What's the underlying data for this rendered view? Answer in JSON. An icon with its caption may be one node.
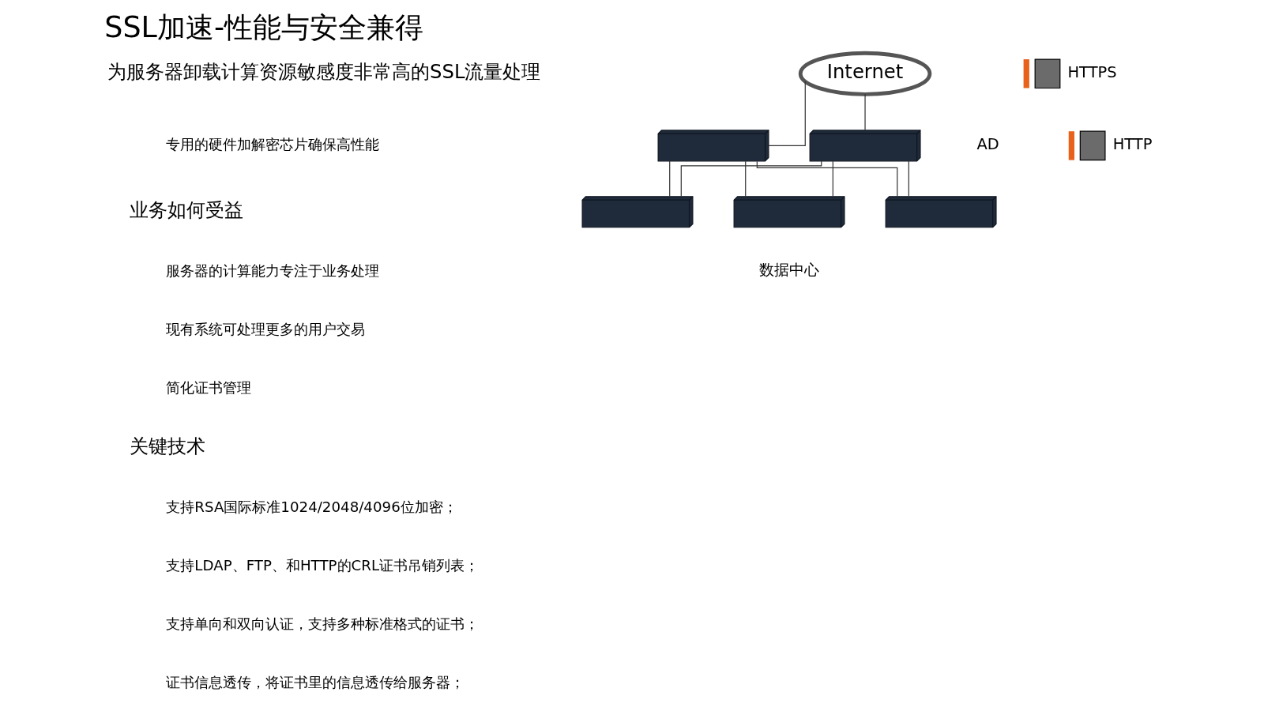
{
  "diagram": {
    "title": "SSL加速-性能与安全兼得",
    "nodes": [
      {
        "text": [
          "Internet"
        ]
      },
      {
        "text": [],
        "shape": "picture"
      },
      {
        "text": [],
        "shape": "picture",
        "beside": [
          "AD"
        ]
      },
      {
        "text": [],
        "shape": "picture"
      },
      {
        "text": [],
        "shape": "picture",
        "beside": [
          "数据中心"
        ]
      },
      {
        "text": [],
        "shape": "picture"
      }
    ],
    "edges": [
      {
        "from": 0,
        "to": 1,
        "arrow": "none"
      },
      {
        "from": 0,
        "to": 2,
        "arrow": "none"
      },
      {
        "from": 1,
        "to": 3,
        "arrow": "none"
      },
      {
        "from": 1,
        "to": 4,
        "arrow": "none"
      },
      {
        "from": 1,
        "to": 5,
        "arrow": "none"
      },
      {
        "from": 2,
        "to": 3,
        "arrow": "none"
      },
      {
        "from": 2,
        "to": 4,
        "arrow": "none"
      },
      {
        "from": 2,
        "to": 5,
        "arrow": "none"
      }
    ],
    "labels": [
      "为服务器卸载计算资源敏感度非常高的SSL流量处理",
      "专用的硬件加解密芯片确保高性能",
      "业务如何受益",
      "服务器的计算能力专注于业务处理",
      "现有系统可处理更多的用户交易",
      "简化证书管理",
      "关键技术",
      "支持RSA国际标准1024/2048/4096位加密；",
      "支持LDAP、FTP、和HTTP的CRL证书吊销列表；",
      "支持单向和双向认证，支持多种标准格式的证书；",
      "证书信息透传，将证书里的信息透传给服务器；"
    ],
    "legend": [
      {
        "text": "HTTPS"
      },
      {
        "text": "HTTP"
      }
    ]
  }
}
